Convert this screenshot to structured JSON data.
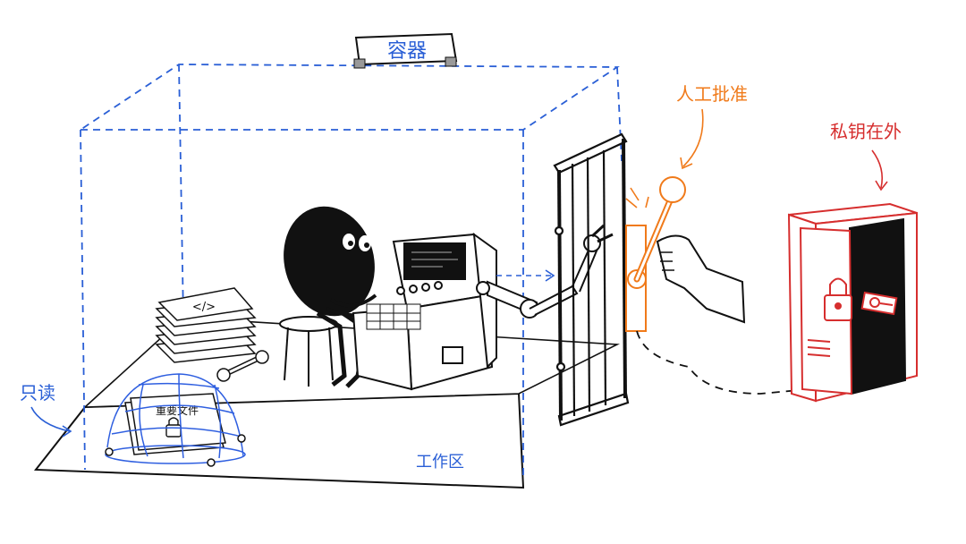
{
  "labels": {
    "container": "容器",
    "read_only": "只读",
    "workspace": "工作区",
    "human_approval": "人工批准",
    "private_key_outside": "私钥在外",
    "important_files": "重要文件"
  },
  "icons": {
    "code_glyph": "</>"
  },
  "colors": {
    "ink": "#111111",
    "container_blue": "#2a5fd6",
    "approval_orange": "#f07a1a",
    "key_red": "#d62e2e",
    "dome_blue": "#2f5fe0"
  }
}
